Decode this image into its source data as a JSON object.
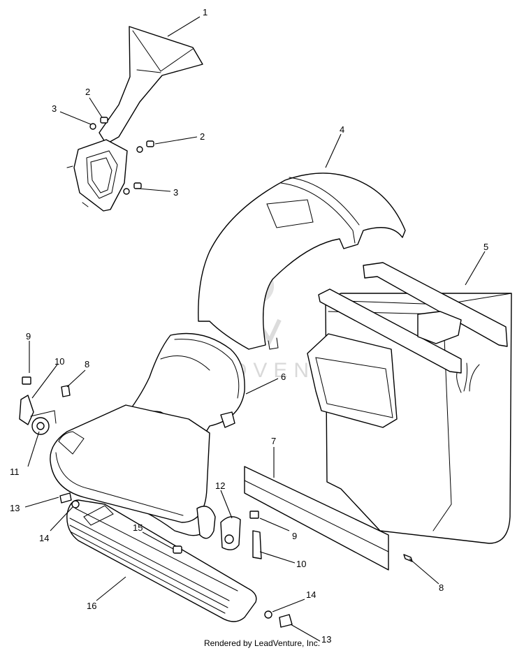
{
  "callouts": [
    {
      "id": "c1",
      "label": "1"
    },
    {
      "id": "c2a",
      "label": "2"
    },
    {
      "id": "c3a",
      "label": "3"
    },
    {
      "id": "c2b",
      "label": "2"
    },
    {
      "id": "c3b",
      "label": "3"
    },
    {
      "id": "c4",
      "label": "4"
    },
    {
      "id": "c5",
      "label": "5"
    },
    {
      "id": "c9a",
      "label": "9"
    },
    {
      "id": "c10a",
      "label": "10"
    },
    {
      "id": "c8a",
      "label": "8"
    },
    {
      "id": "c6",
      "label": "6"
    },
    {
      "id": "c7",
      "label": "7"
    },
    {
      "id": "c11",
      "label": "11"
    },
    {
      "id": "c12",
      "label": "12"
    },
    {
      "id": "c13a",
      "label": "13"
    },
    {
      "id": "c14a",
      "label": "14"
    },
    {
      "id": "c15",
      "label": "15"
    },
    {
      "id": "c9b",
      "label": "9"
    },
    {
      "id": "c10b",
      "label": "10"
    },
    {
      "id": "c8b",
      "label": "8"
    },
    {
      "id": "c16",
      "label": "16"
    },
    {
      "id": "c14b",
      "label": "14"
    },
    {
      "id": "c13b",
      "label": "13"
    }
  ],
  "watermark": "LEADVENTURE",
  "footer": "Rendered by LeadVenture, Inc."
}
